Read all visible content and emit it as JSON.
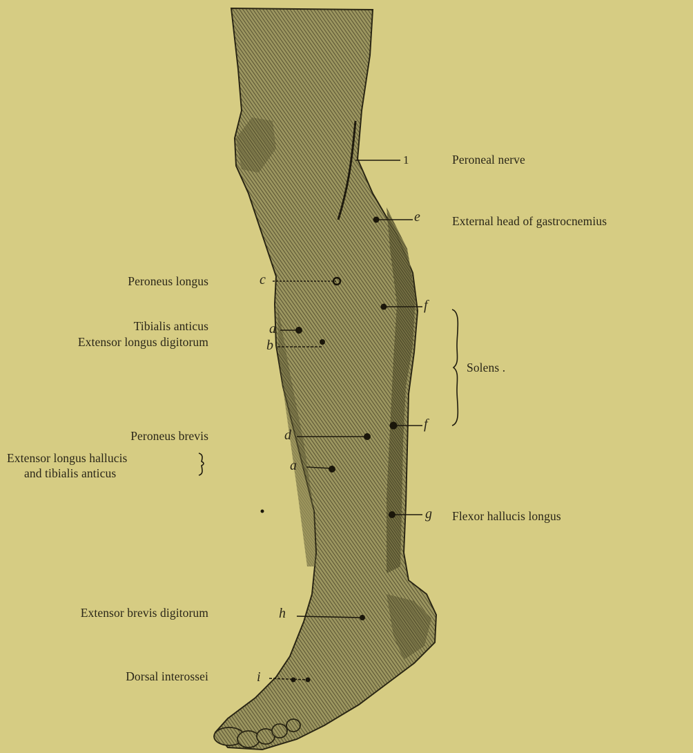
{
  "labels": {
    "peroneal_nerve": "Peroneal nerve",
    "external_head_gastrocnemius": "External head of gastrocnemius",
    "peroneus_longus": "Peroneus longus",
    "tibialis_anticus": "Tibialis anticus",
    "extensor_longus_digitorum": "Extensor longus digitorum",
    "solens": "Solens .",
    "peroneus_brevis": "Peroneus brevis",
    "extensor_longus_hallucis": "Extensor longus hallucis",
    "and_tibialis_anticus": "and tibialis anticus",
    "flexor_hallucis_longus": "Flexor hallucis longus",
    "extensor_brevis_digitorum": "Extensor brevis digitorum",
    "dorsal_interossei": "Dorsal interossei"
  },
  "markers": {
    "nerve_number": "1",
    "e": "e",
    "c": "c",
    "f_upper": "f",
    "a_upper": "a",
    "b": "b",
    "f_lower": "f",
    "d": "d",
    "a_lower": "a",
    "g": "g",
    "h": "h",
    "i": "i"
  },
  "colors": {
    "paper": "#d6cc83",
    "ink": "#2a2618",
    "leg_fill": "#8f8a56"
  }
}
